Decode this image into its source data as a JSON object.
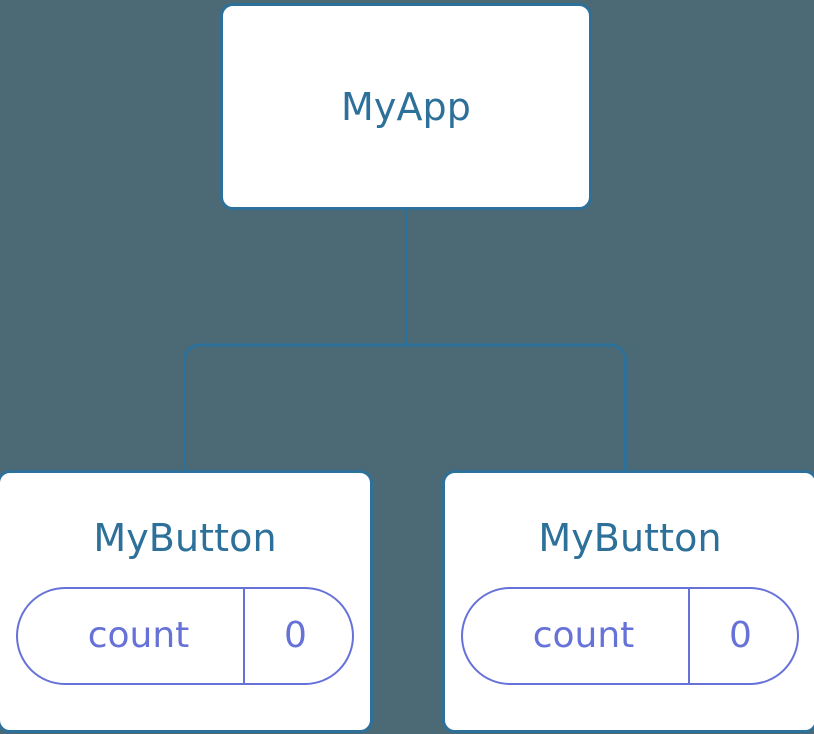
{
  "diagram": {
    "kind": "component-tree",
    "background_color": "#4b6a76",
    "node_border_color": "#2d7099",
    "node_title_color": "#2d7099",
    "node_fill_color": "#ffffff",
    "state_accent_color": "#6672d8",
    "edge_color": "#2d7099"
  },
  "root": {
    "title": "MyApp"
  },
  "children": [
    {
      "title": "MyButton",
      "state": {
        "key": "count",
        "value": "0"
      }
    },
    {
      "title": "MyButton",
      "state": {
        "key": "count",
        "value": "0"
      }
    }
  ]
}
